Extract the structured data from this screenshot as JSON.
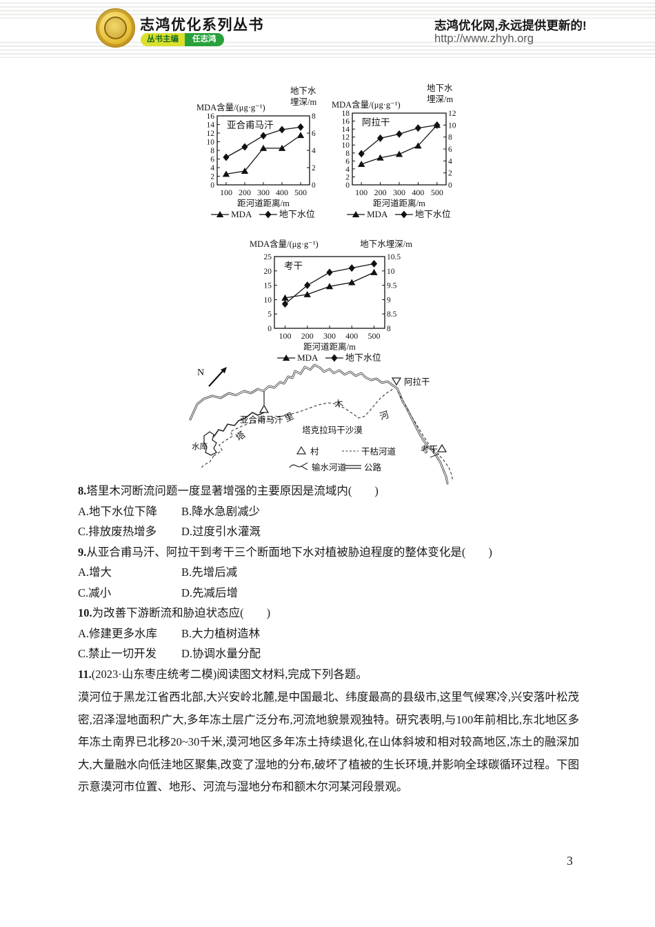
{
  "header": {
    "series_title": "志鸿优化系列丛书",
    "badge_label": "丛书主编",
    "badge_name": "任志鸿",
    "site_slogan": "志鸿优化网,永远提供更新的!",
    "site_url": "http://www.zhyh.org"
  },
  "page_number": "3",
  "chart_data": [
    {
      "type": "line",
      "title": "亚合甫马汗",
      "x_label": "距河道距离/m",
      "x": [
        100,
        200,
        300,
        400,
        500
      ],
      "left_axis": {
        "label": "MDA含量/(μg·g⁻¹)",
        "min": 0,
        "max": 16,
        "ticks": [
          0,
          2,
          4,
          6,
          8,
          10,
          12,
          14,
          16
        ]
      },
      "right_axis": {
        "label_lines": [
          "地下水",
          "埋深/m"
        ],
        "min": 0,
        "max": 8,
        "ticks": [
          0,
          2,
          4,
          6,
          8
        ]
      },
      "series": [
        {
          "name": "MDA",
          "axis": "left",
          "marker": "triangle",
          "values": [
            2.5,
            3.2,
            8.5,
            8.5,
            11.5
          ]
        },
        {
          "name": "地下水位",
          "axis": "right",
          "marker": "diamond",
          "values": [
            3.2,
            4.4,
            5.7,
            6.4,
            6.7
          ]
        }
      ],
      "legend_position": "bottom"
    },
    {
      "type": "line",
      "title": "阿拉干",
      "x_label": "距河道距离/m",
      "x": [
        100,
        200,
        300,
        400,
        500
      ],
      "left_axis": {
        "label": "MDA含量/(μg·g⁻¹)",
        "min": 0,
        "max": 18,
        "ticks": [
          0,
          2,
          4,
          6,
          8,
          10,
          12,
          14,
          16,
          18
        ]
      },
      "right_axis": {
        "label_lines": [
          "地下水",
          "埋深/m"
        ],
        "min": 0,
        "max": 12,
        "ticks": [
          0,
          2,
          4,
          6,
          8,
          10,
          12
        ]
      },
      "series": [
        {
          "name": "MDA",
          "axis": "left",
          "marker": "triangle",
          "values": [
            5.2,
            6.8,
            7.7,
            9.8,
            15.0
          ]
        },
        {
          "name": "地下水位",
          "axis": "right",
          "marker": "diamond",
          "values": [
            5.2,
            7.8,
            8.5,
            9.5,
            10.0
          ]
        }
      ],
      "legend_position": "bottom"
    },
    {
      "type": "line",
      "title": "考干",
      "x_label": "距河道距离/m",
      "x": [
        100,
        200,
        300,
        400,
        500
      ],
      "left_axis": {
        "label": "MDA含量/(μg·g⁻¹)",
        "min": 0,
        "max": 25,
        "ticks": [
          0,
          5,
          10,
          15,
          20,
          25
        ]
      },
      "right_axis": {
        "label_lines": [
          "地下水埋深/m"
        ],
        "min": 8,
        "max": 10.5,
        "ticks": [
          8,
          8.5,
          9,
          9.5,
          10,
          10.5
        ]
      },
      "series": [
        {
          "name": "MDA",
          "axis": "left",
          "marker": "triangle",
          "values": [
            10.6,
            11.8,
            14.6,
            16.0,
            19.5
          ]
        },
        {
          "name": "地下水位",
          "axis": "right",
          "marker": "diamond",
          "values": [
            8.85,
            9.5,
            9.95,
            10.1,
            10.25
          ]
        }
      ],
      "legend_position": "bottom"
    }
  ],
  "map": {
    "north_label": "N",
    "labels": {
      "reservoir": "水库",
      "ta": "塔",
      "li": "里",
      "mu": "木",
      "he": "河",
      "desert": "塔克拉玛干沙漠",
      "village1": "亚合甫马汗",
      "village2": "阿拉干",
      "village3": "考干"
    },
    "legend": {
      "village": "村",
      "dry_channel": "干枯河道",
      "water_channel": "输水河道",
      "highway": "公路"
    }
  },
  "questions": [
    {
      "number": "8.",
      "stem": "塔里木河断流问题一度显著增强的主要原因是流域内(　　)",
      "options": [
        "A.地下水位下降",
        "B.降水急剧减少",
        "C.排放废热增多",
        "D.过度引水灌溉"
      ]
    },
    {
      "number": "9.",
      "stem": "从亚合甫马汗、阿拉干到考干三个断面地下水对植被胁迫程度的整体变化是(　　)",
      "options": [
        "A.增大",
        "B.先增后减",
        "C.减小",
        "D.先减后增"
      ]
    },
    {
      "number": "10.",
      "stem": "为改善下游断流和胁迫状态应(　　)",
      "options": [
        "A.修建更多水库",
        "B.大力植树造林",
        "C.禁止一切开发",
        "D.协调水量分配"
      ]
    },
    {
      "number": "11.",
      "stem": "(2023·山东枣庄统考二模)阅读图文材料,完成下列各题。",
      "options": []
    }
  ],
  "passage": {
    "text": "漠河位于黑龙江省西北部,大兴安岭北麓,是中国最北、纬度最高的县级市,这里气候寒冷,兴安落叶松茂密,沼泽湿地面积广大,多年冻土层广泛分布,河流地貌景观独特。研究表明,与100年前相比,东北地区多年冻土南界已北移20~30千米,漠河地区多年冻土持续退化,在山体斜坡和相对较高地区,冻土的融深加大,大量融水向低洼地区聚集,改变了湿地的分布,破坏了植被的生长环境,并影响全球碳循环过程。下图示意漠河市位置、地形、河流与湿地分布和额木尔河某河段景观。"
  }
}
